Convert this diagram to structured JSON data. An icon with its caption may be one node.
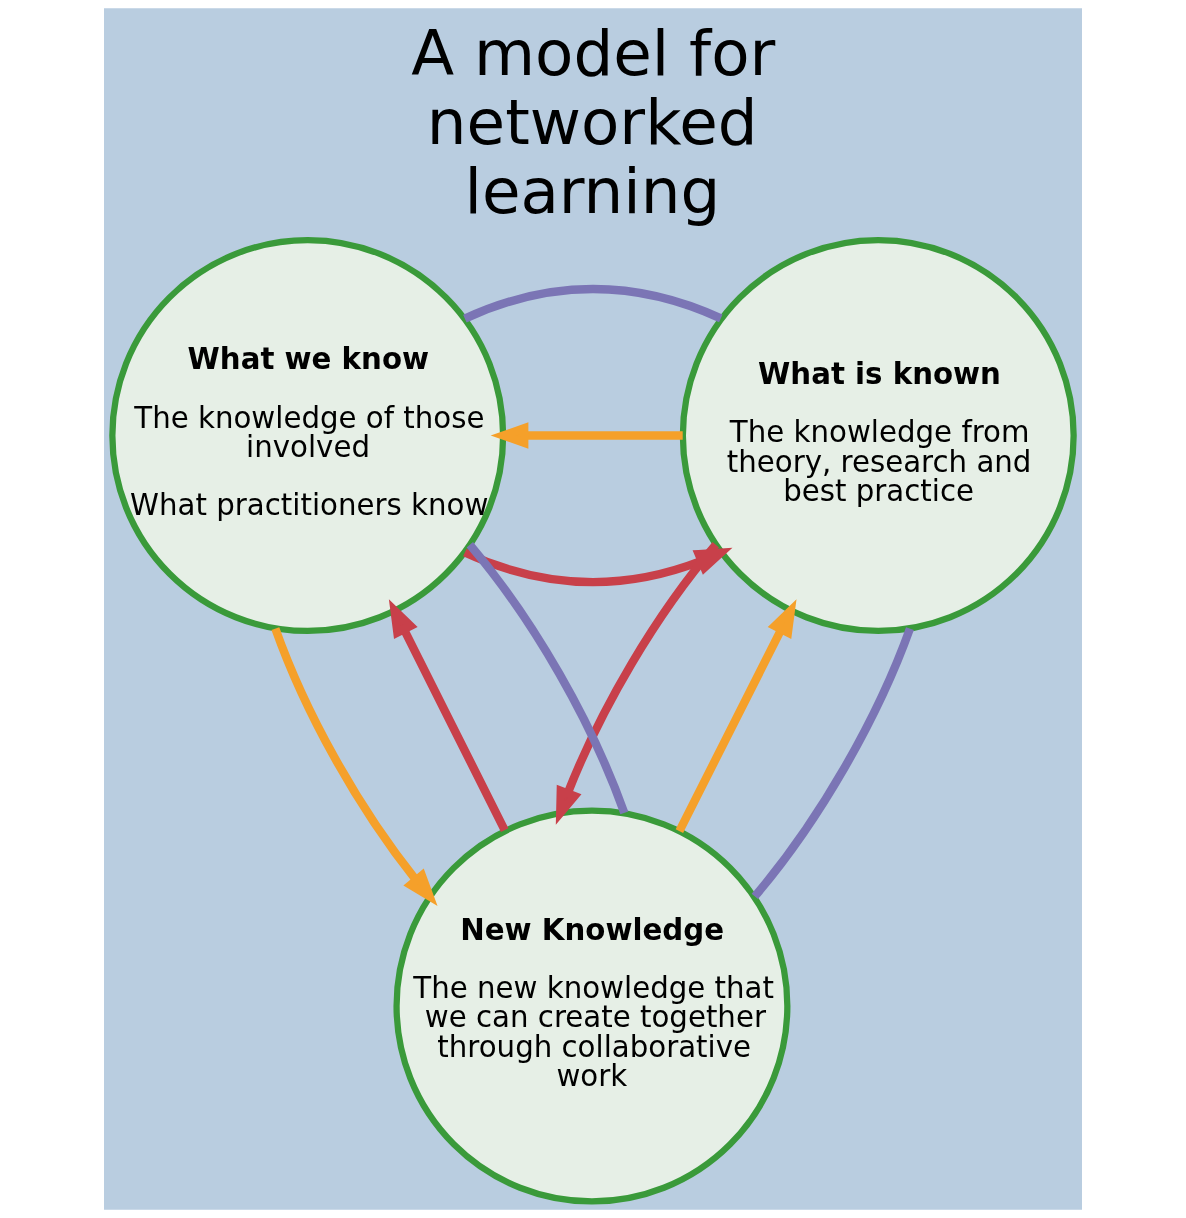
{
  "diagram": {
    "title": "A model for networked learning",
    "nodes": [
      {
        "text": [
          "What we know",
          "The knowledge of those involved",
          "What practitioners know"
        ]
      },
      {
        "text": [
          "What is known",
          "The knowledge from theory, research and best practice"
        ]
      },
      {
        "text": [
          "New Knowledge",
          "The new knowledge that we can create together through collaborative work"
        ]
      }
    ],
    "edges": [
      {
        "from": 0,
        "to": 1,
        "arrow": "to",
        "color": "#c8404a"
      },
      {
        "from": 1,
        "to": 0,
        "arrow": "to",
        "color": "#f5a02a"
      },
      {
        "from": 0,
        "to": 1,
        "arrow": "none",
        "color": "#7b75b5"
      },
      {
        "from": 1,
        "to": 2,
        "arrow": "to",
        "color": "#c8404a"
      },
      {
        "from": 2,
        "to": 1,
        "arrow": "to",
        "color": "#f5a02a"
      },
      {
        "from": 1,
        "to": 2,
        "arrow": "none",
        "color": "#7b75b5"
      },
      {
        "from": 2,
        "to": 0,
        "arrow": "to",
        "color": "#c8404a"
      },
      {
        "from": 0,
        "to": 2,
        "arrow": "to",
        "color": "#f5a02a"
      },
      {
        "from": 2,
        "to": 0,
        "arrow": "none",
        "color": "#7b75b5"
      }
    ]
  }
}
